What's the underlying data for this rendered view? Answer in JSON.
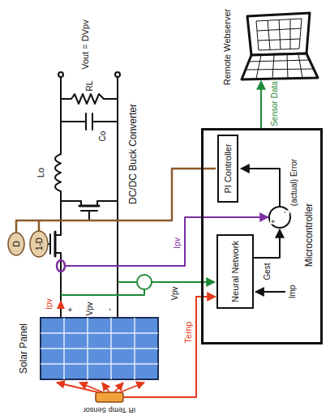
{
  "diagram": {
    "nodes": [
      {
        "text": [
          "Microcontroller"
        ]
      },
      {
        "text": [
          "PI Controller"
        ],
        "in": 0
      },
      {
        "text": [
          "Neural Network"
        ],
        "in": 0
      },
      {
        "text": [
          "Remote Webserver"
        ]
      },
      {
        "text": [
          "Solar Panel"
        ]
      },
      {
        "text": [
          "IR Temp Sensor"
        ]
      }
    ],
    "edges": [
      {
        "from": 5,
        "to": 2,
        "arrow": "to",
        "label": "Temp"
      },
      {
        "from": 0,
        "to": 3,
        "arrow": "to",
        "label": "Sensor Data"
      }
    ],
    "labels": [
      "Vout = DVpv",
      "RL",
      "Co",
      "Lo",
      "DC/DC Buck Converter",
      "D",
      "1-D",
      "Ipv",
      "+",
      "-",
      "Vpv",
      "Ipv",
      "Vpv",
      "Gest",
      "Imp",
      "(actual) Error",
      "+",
      "-"
    ]
  }
}
